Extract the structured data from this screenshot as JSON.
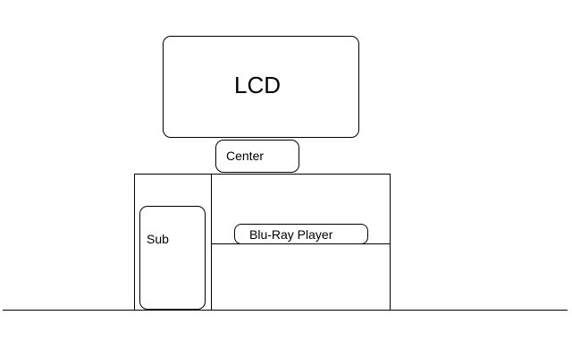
{
  "diagram": {
    "lcd": {
      "label": "LCD"
    },
    "center": {
      "label": "Center"
    },
    "sub": {
      "label": "Sub"
    },
    "bluray": {
      "label": "Blu-Ray Player"
    }
  }
}
